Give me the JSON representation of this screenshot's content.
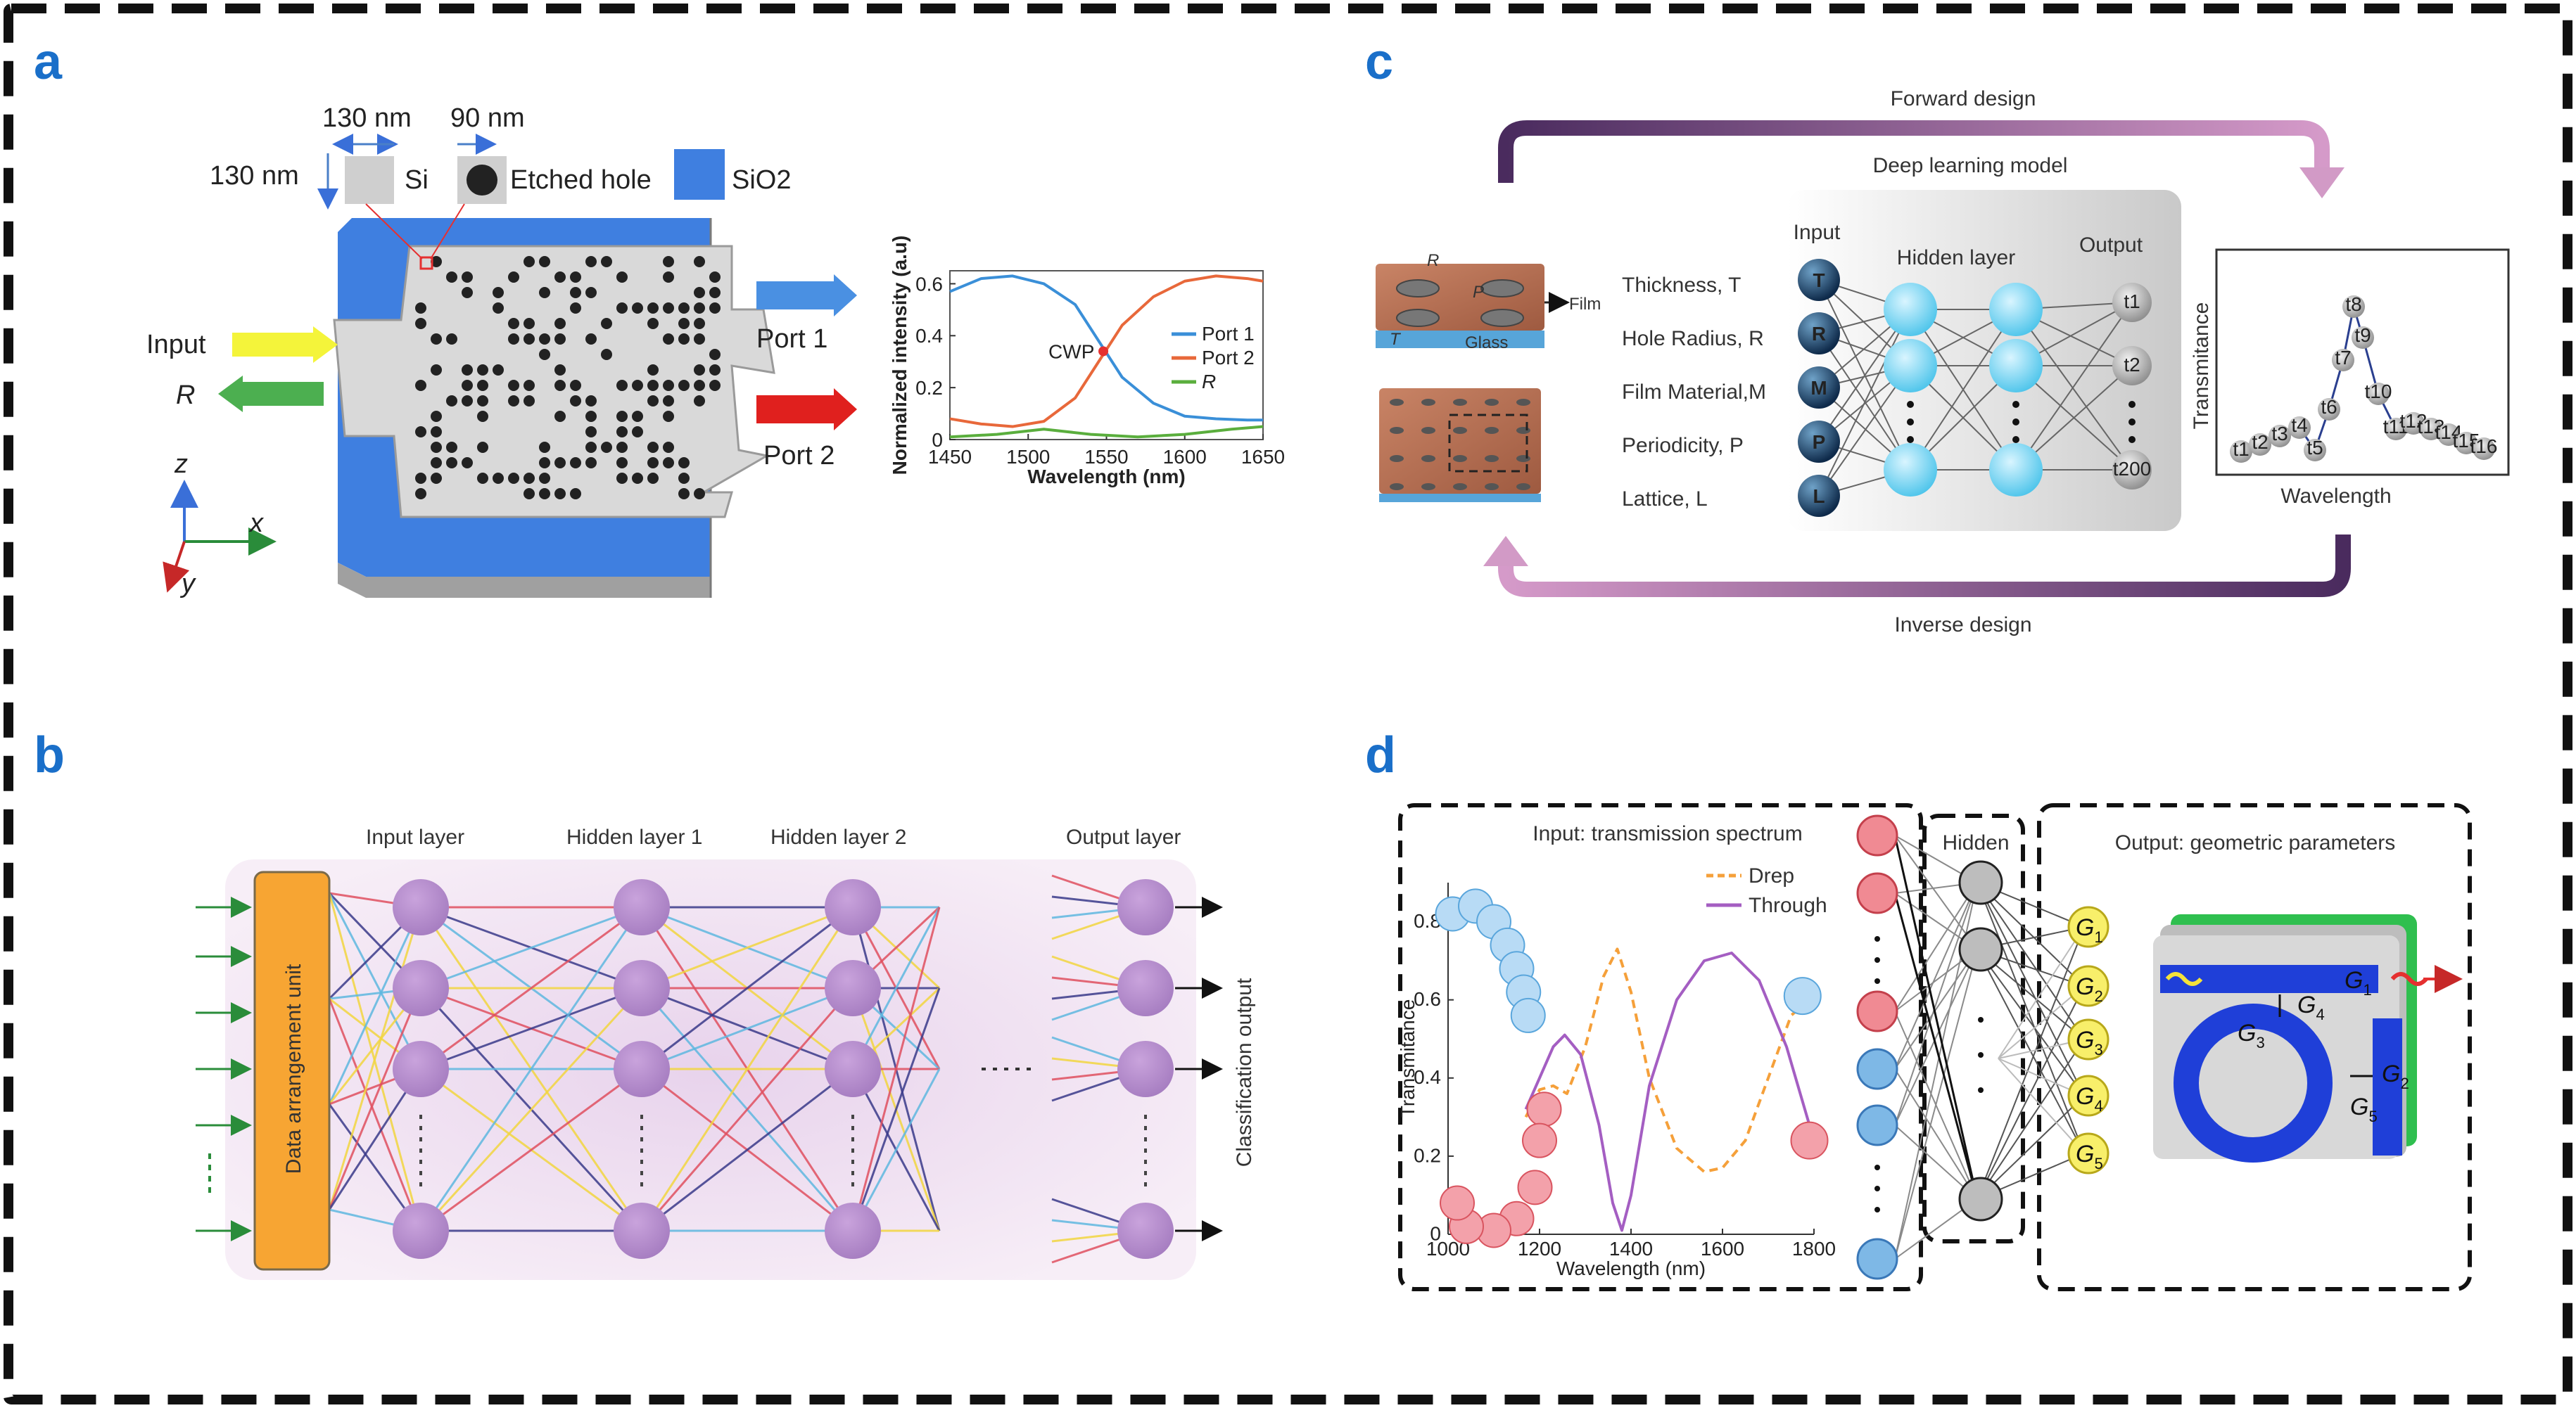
{
  "panels": {
    "a": {
      "letter": "a",
      "dim_w": "130 nm",
      "dim_hole": "90 nm",
      "dim_h": "130 nm",
      "si_label": "Si",
      "etched_hole": "Etched hole",
      "sio2_label": "SiO2",
      "input": "Input",
      "reflect": "R",
      "port1": "Port 1",
      "port2": "Port 2",
      "axis_z": "z",
      "axis_x": "x",
      "axis_y": "y",
      "colors": {
        "substrate": "#3f7fe0",
        "device": "#d9d9d9",
        "hole": "#222222",
        "input": "#f4f43a",
        "reflect": "#4caf50",
        "port1": "#4a90e2",
        "port2": "#e0201e"
      }
    },
    "b": {
      "letter": "b",
      "input_layer": "Input layer",
      "hidden1": "Hidden layer 1",
      "hidden2": "Hidden layer 2",
      "output_layer": "Output layer",
      "data_unit": "Data arrangement unit",
      "class_output": "Classification output",
      "colors": {
        "node": "#b185c9",
        "box": "#f7a533",
        "bg": "#f6eaf5"
      }
    },
    "c": {
      "letter": "c",
      "forward": "Forward design",
      "inverse": "Inverse design",
      "model": "Deep learning model",
      "input": "Input",
      "hidden": "Hidden layer",
      "output": "Output",
      "film": "Film",
      "glass": "Glass",
      "radius_sym": "R",
      "period_sym": "P",
      "thick_sym": "T",
      "params": [
        "Thickness, T",
        "Hole Radius, R",
        "Film Material,M",
        "Periodicity, P",
        "Lattice, L"
      ],
      "input_nodes": [
        "T",
        "R",
        "M",
        "P",
        "L"
      ],
      "output_nodes": [
        "t1",
        "t2",
        "t200"
      ],
      "trans_axis_y": "Transmitance",
      "trans_axis_x": "Wavelength",
      "trans_points": [
        "t1",
        "t2",
        "t3",
        "t4",
        "t5",
        "t6",
        "t7",
        "t8",
        "t9",
        "t10",
        "t11",
        "t12",
        "t13",
        "t14",
        "t15",
        "t16"
      ],
      "colors": {
        "arrow": "#a56b9c",
        "node": "#7fd6ef"
      }
    },
    "d": {
      "letter": "d",
      "input_title": "Input: transmission spectrum",
      "hidden": "Hidden",
      "output_title": "Output: geometric parameters",
      "outputs": [
        "G1",
        "G2",
        "G3",
        "G4",
        "G5"
      ],
      "ring_labels": [
        "G1",
        "G2",
        "G3",
        "G4",
        "G5"
      ],
      "colors": {
        "drop": "#f5a03a",
        "through": "#a45ec2",
        "red_node": "#f08a93",
        "blue_node": "#7eb8e6",
        "g_node": "#f8ef6a",
        "ring": "#1f3fd8"
      }
    }
  },
  "chart_data": [
    {
      "type": "line",
      "panel": "a",
      "xlabel": "Wavelength (nm)",
      "ylabel": "Normalized intensity (a.u)",
      "xlim": [
        1450,
        1650
      ],
      "ylim": [
        0,
        0.65
      ],
      "xticks": [
        1450,
        1500,
        1550,
        1600,
        1650
      ],
      "yticks": [
        0,
        0.2,
        0.4,
        0.6
      ],
      "annotation": "CWP",
      "legend_position": "right",
      "series": [
        {
          "name": "Port 1",
          "color": "#3a8fd8",
          "x": [
            1450,
            1470,
            1490,
            1510,
            1530,
            1545,
            1560,
            1580,
            1600,
            1620,
            1640,
            1650
          ],
          "y": [
            0.57,
            0.62,
            0.63,
            0.6,
            0.52,
            0.38,
            0.24,
            0.14,
            0.09,
            0.08,
            0.075,
            0.075
          ]
        },
        {
          "name": "Port 2",
          "color": "#e8683a",
          "x": [
            1450,
            1470,
            1490,
            1510,
            1530,
            1545,
            1560,
            1580,
            1600,
            1620,
            1640,
            1650
          ],
          "y": [
            0.08,
            0.06,
            0.05,
            0.07,
            0.16,
            0.3,
            0.44,
            0.55,
            0.61,
            0.63,
            0.62,
            0.61
          ]
        },
        {
          "name": "R",
          "color": "#5aae3d",
          "x": [
            1450,
            1480,
            1510,
            1540,
            1570,
            1600,
            1630,
            1650
          ],
          "y": [
            0.01,
            0.02,
            0.04,
            0.02,
            0.01,
            0.02,
            0.04,
            0.05
          ]
        }
      ]
    },
    {
      "type": "line",
      "panel": "d",
      "xlabel": "Wavelength (nm)",
      "ylabel": "Transmitance",
      "xlim": [
        1000,
        1800
      ],
      "ylim": [
        0,
        0.9
      ],
      "xticks": [
        1000,
        1200,
        1400,
        1600,
        1800
      ],
      "yticks": [
        0,
        0.2,
        0.4,
        0.6,
        0.8
      ],
      "legend_position": "top-right",
      "series": [
        {
          "name": "Drep",
          "color": "#f5a03a",
          "dashed": true,
          "x": [
            1170,
            1200,
            1230,
            1260,
            1300,
            1340,
            1370,
            1400,
            1440,
            1500,
            1560,
            1600,
            1650,
            1700,
            1750,
            1790
          ],
          "y": [
            0.3,
            0.37,
            0.38,
            0.36,
            0.48,
            0.66,
            0.73,
            0.62,
            0.4,
            0.22,
            0.16,
            0.17,
            0.24,
            0.4,
            0.56,
            0.6
          ]
        },
        {
          "name": "Through",
          "color": "#a45ec2",
          "dashed": false,
          "x": [
            1170,
            1200,
            1230,
            1255,
            1290,
            1330,
            1360,
            1380,
            1400,
            1440,
            1500,
            1560,
            1620,
            1680,
            1740,
            1790
          ],
          "y": [
            0.32,
            0.4,
            0.48,
            0.51,
            0.46,
            0.28,
            0.08,
            0.01,
            0.1,
            0.38,
            0.6,
            0.7,
            0.72,
            0.65,
            0.48,
            0.28
          ]
        }
      ]
    }
  ]
}
